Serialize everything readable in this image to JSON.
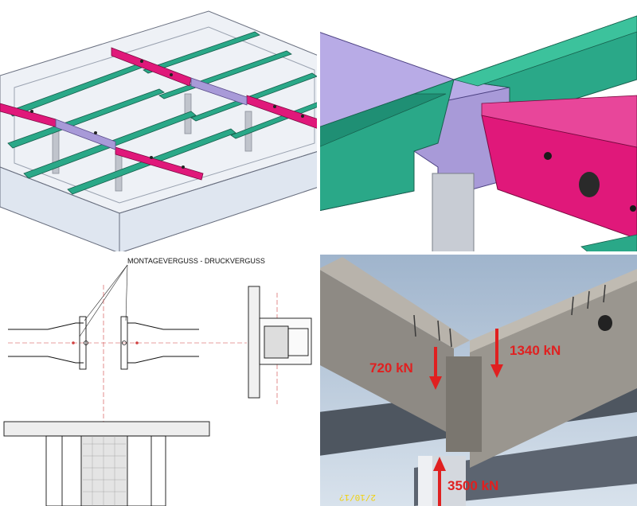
{
  "panels": {
    "isometric": {
      "name": "isometric-model"
    },
    "detail": {
      "name": "connection-detail"
    },
    "drawing": {
      "label": "MONTAGEVERGUSS - DRUCKVERGUSS"
    },
    "photo": {
      "loads": [
        {
          "value": "720 kN"
        },
        {
          "value": "1340 kN"
        },
        {
          "value": "3500 kN"
        }
      ],
      "date_stamp": "2/10/1?"
    }
  },
  "colors": {
    "green": "#2aa888",
    "magenta": "#e0187a",
    "lilac": "#a89ad8",
    "grey": "#c8ccd4",
    "arrow": "#e02020"
  }
}
